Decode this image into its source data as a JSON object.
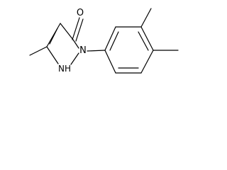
{
  "molecule": {
    "atoms": {
      "oxygen": "O",
      "ring_nitrogen": "N",
      "nh_nitrogen": "NH"
    }
  }
}
